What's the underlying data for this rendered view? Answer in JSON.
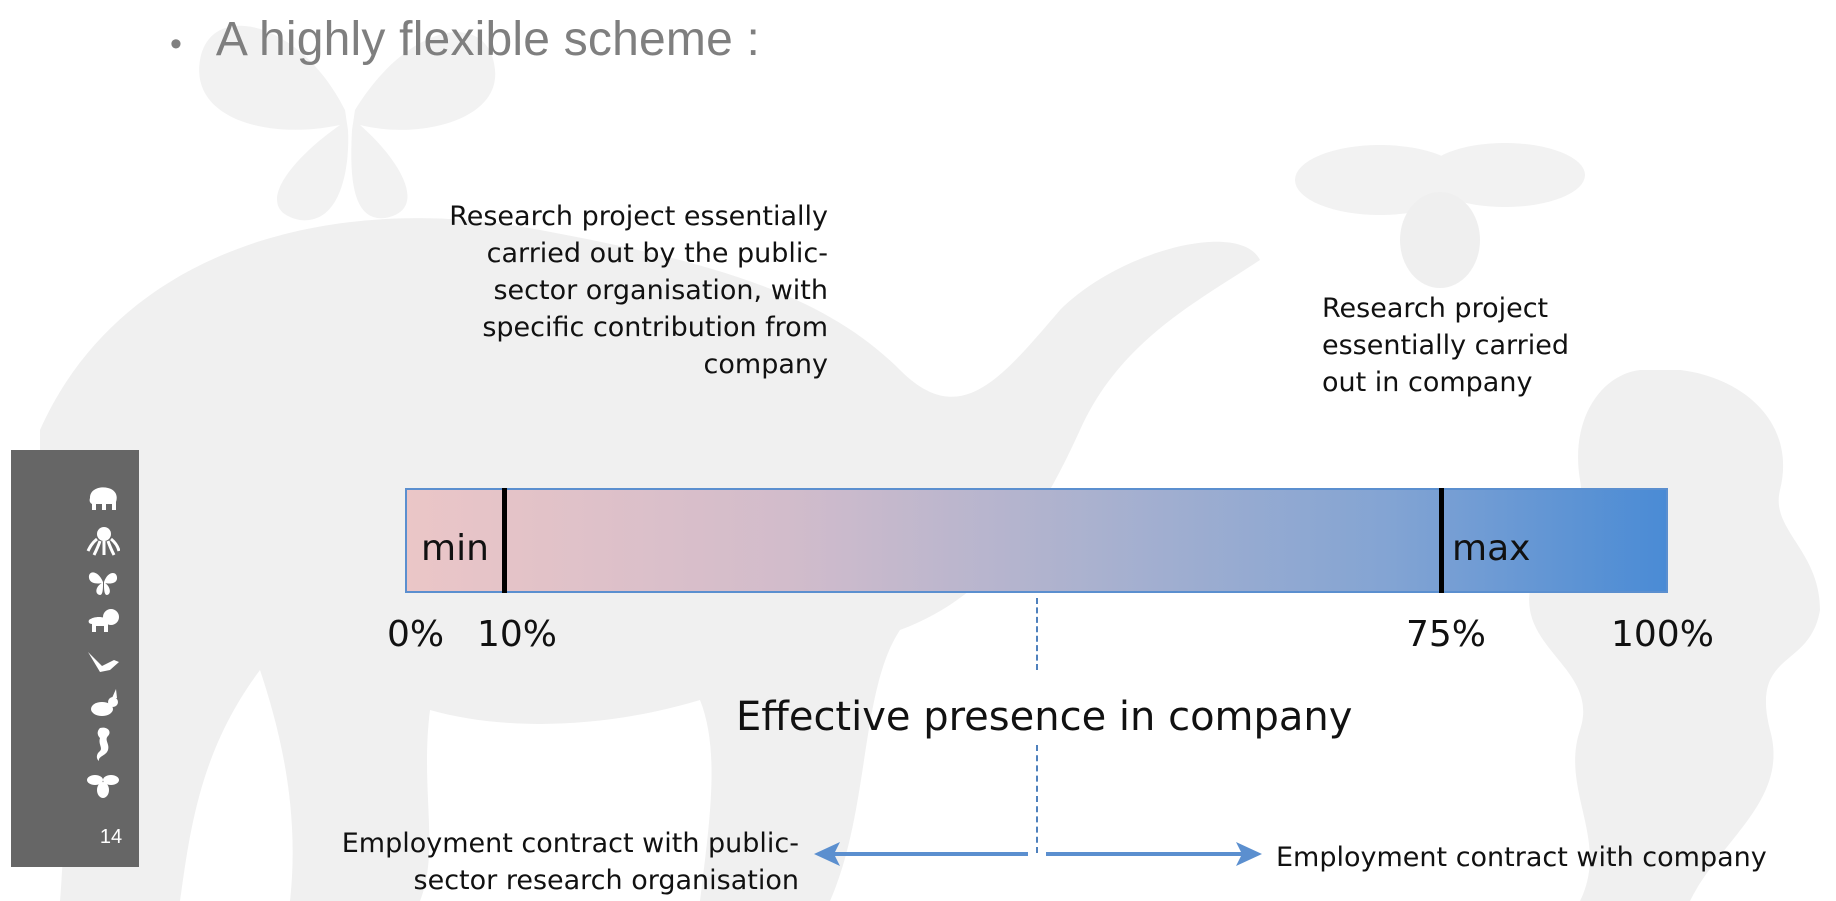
{
  "title": {
    "bullet": "•",
    "text": "A highly flexible scheme :"
  },
  "annotations": {
    "left": [
      "Research project essentially",
      "carried out by the public-",
      "sector organisation, with",
      "specific contribution from",
      "company"
    ],
    "right": [
      "Research project",
      "essentially carried",
      "out in company"
    ]
  },
  "scale": {
    "min_label": "min",
    "max_label": "max",
    "min_value_percent": 10,
    "max_value_percent": 75,
    "ticks": [
      "0%",
      "10%",
      "75%",
      "100%"
    ],
    "axis_title": "Effective presence in company",
    "gradient_colors": {
      "start": "#ebc6c7",
      "end": "#4a8bd5",
      "border": "#5b8fcf"
    }
  },
  "contracts": {
    "left": [
      "Employment contract with public-",
      "sector research organisation"
    ],
    "right": "Employment contract with company",
    "arrow_color": "#5b8fcf"
  },
  "sidebar": {
    "icons": [
      "elephant-icon",
      "octopus-icon",
      "butterfly-icon",
      "lion-icon",
      "bird-icon",
      "rabbit-icon",
      "seahorse-icon",
      "bee-icon"
    ],
    "page_number": "14",
    "background": "#666666"
  }
}
